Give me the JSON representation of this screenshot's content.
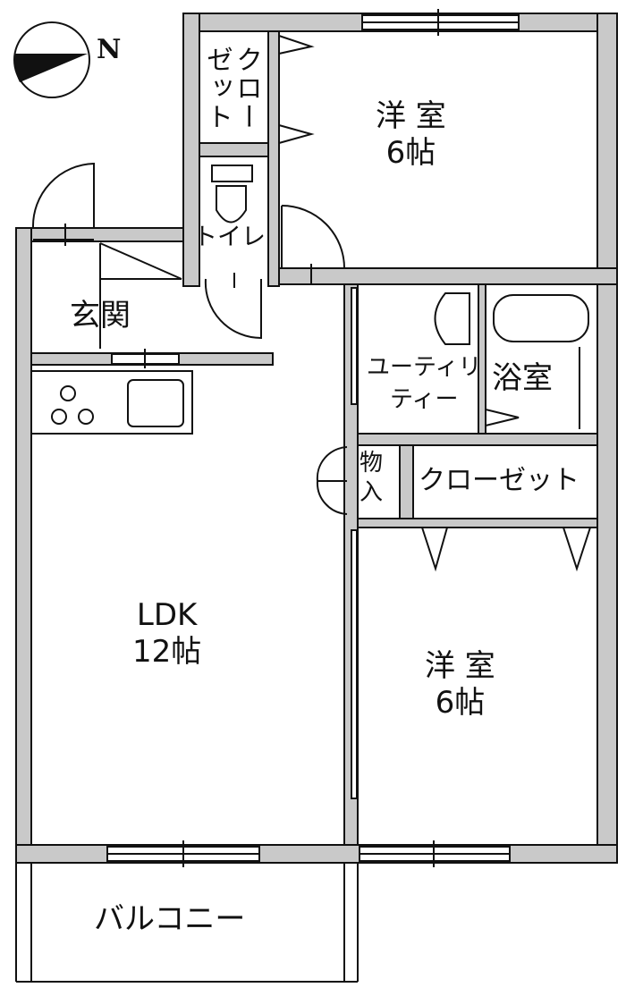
{
  "compass": {
    "north_label": "N"
  },
  "rooms": {
    "bedroom_north": {
      "name": "洋 室",
      "size": "6帖"
    },
    "closet_north": {
      "name": "クローゼット"
    },
    "toilet": {
      "name": "トイレ"
    },
    "entrance": {
      "name": "玄関"
    },
    "utility": {
      "line1": "ユーティリ",
      "line2": "ティー"
    },
    "bath": {
      "name": "浴室"
    },
    "storage": {
      "line1": "物",
      "line2": "入"
    },
    "closet_south": {
      "name": "クローゼット"
    },
    "ldk": {
      "name": "LDK",
      "size": "12帖"
    },
    "bedroom_south": {
      "name": "洋 室",
      "size": "6帖"
    },
    "balcony": {
      "name": "バルコニー"
    }
  },
  "colors": {
    "wall": "#c9c9c9",
    "line": "#111111"
  }
}
